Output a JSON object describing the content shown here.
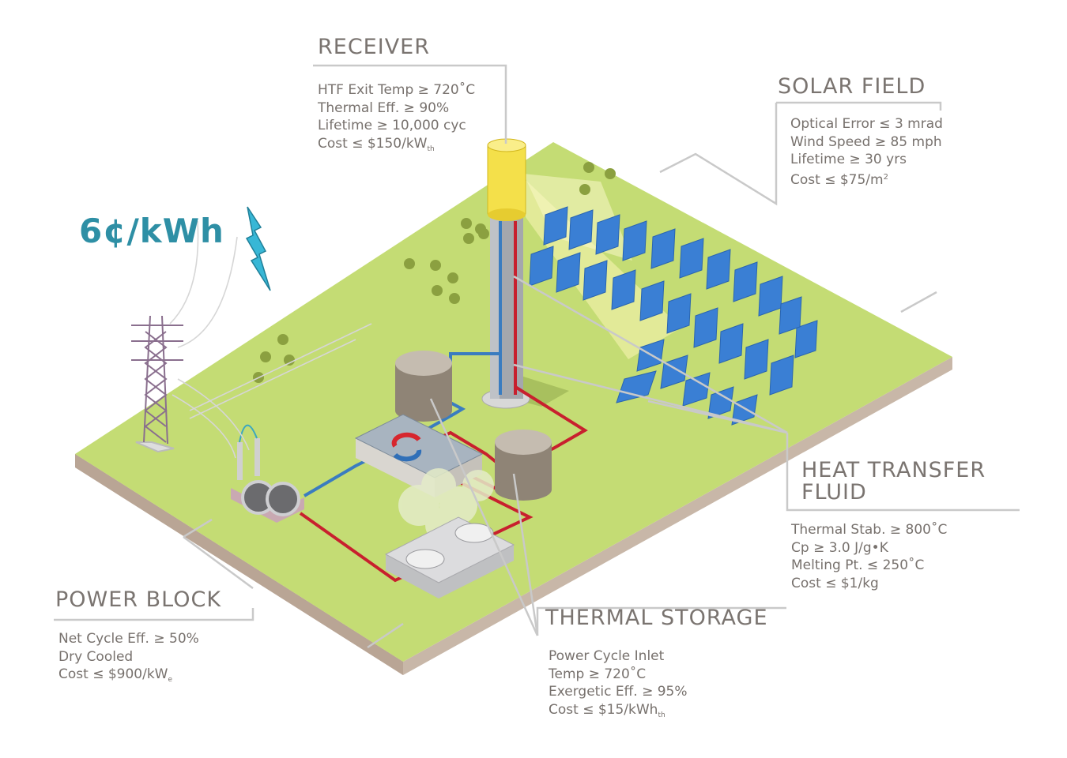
{
  "price": "6¢/kWh",
  "receiver": {
    "heading": "RECEIVER",
    "specs": [
      "HTF Exit Temp ≥ 720˚C",
      "Thermal Eff. ≥ 90%",
      "Lifetime ≥ 10,000 cyc"
    ],
    "cost": "Cost ≤ $150/kW",
    "cost_sub": "th"
  },
  "solar_field": {
    "heading": "SOLAR FIELD",
    "specs": [
      "Optical Error ≤ 3 mrad",
      "Wind Speed ≥ 85 mph",
      "Lifetime ≥ 30 yrs"
    ],
    "cost": "Cost ≤ $75/m",
    "cost_sup": "2"
  },
  "heat_transfer_fluid": {
    "heading_line1": "HEAT TRANSFER",
    "heading_line2": "FLUID",
    "specs": [
      "Thermal Stab. ≥ 800˚C",
      "Cp ≥ 3.0 J/g•K",
      "Melting Pt. ≤ 250˚C",
      "Cost ≤ $1/kg"
    ]
  },
  "thermal_storage": {
    "heading": "THERMAL STORAGE",
    "specs": [
      "Power Cycle Inlet",
      "Temp ≥ 720˚C",
      "Exergetic Eff. ≥ 95%"
    ],
    "cost": "Cost ≤ $15/kWh",
    "cost_sub": "th"
  },
  "power_block": {
    "heading": "POWER BLOCK",
    "specs": [
      "Net Cycle Eff. ≥ 50%",
      "Dry Cooled"
    ],
    "cost": "Cost ≤ $900/kW",
    "cost_sub": "e"
  },
  "colors": {
    "ground": "#c4dc74",
    "ground_edge": "#b8a89a",
    "hot_pipe": "#c8202e",
    "cold_pipe": "#3a7cc0",
    "heliostat": "#3a7fd4",
    "receiver": "#f4e04a",
    "price": "#2e8fa5",
    "label": "#7a7470"
  }
}
